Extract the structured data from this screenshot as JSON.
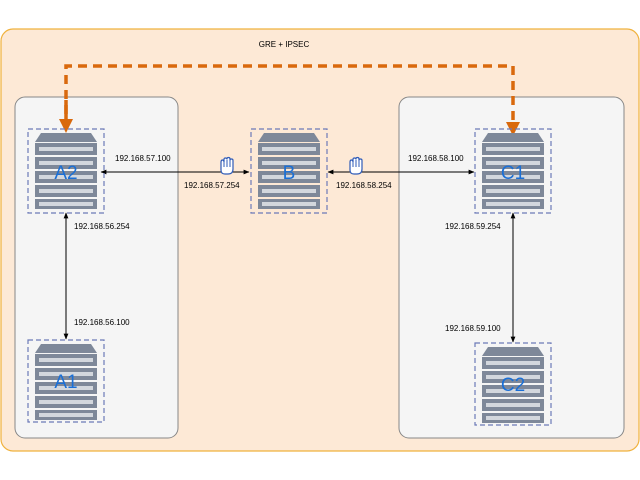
{
  "tunnel": {
    "label": "GRE + IPSEC",
    "color": "#d9690d"
  },
  "colors": {
    "outer_fill": "#fde9d6",
    "outer_stroke": "#f0b23e",
    "group_fill": "#f5f5f5",
    "group_stroke": "#888888",
    "node_frame": "#6c7ab8",
    "server_body": "#7e8899",
    "server_light": "#d3d7dd",
    "node_label": "#1a6fd6",
    "link": "#000000",
    "firewall": "#2f5bb7"
  },
  "nodes": {
    "a1": {
      "label": "A1"
    },
    "a2": {
      "label": "A2"
    },
    "b": {
      "label": "B"
    },
    "c1": {
      "label": "C1"
    },
    "c2": {
      "label": "C2"
    }
  },
  "links": {
    "a2_b": {
      "left_ip": "192.168.57.100",
      "right_ip": "192.168.57.254",
      "firewall_icon": "firewall-icon"
    },
    "b_c1": {
      "left_ip": "192.168.58.254",
      "right_ip": "192.168.58.100",
      "firewall_icon": "firewall-icon"
    },
    "a1_a2": {
      "top_ip": "192.168.56.254",
      "bottom_ip": "192.168.56.100"
    },
    "c1_c2": {
      "top_ip": "192.168.59.254",
      "bottom_ip": "192.168.59.100"
    }
  }
}
